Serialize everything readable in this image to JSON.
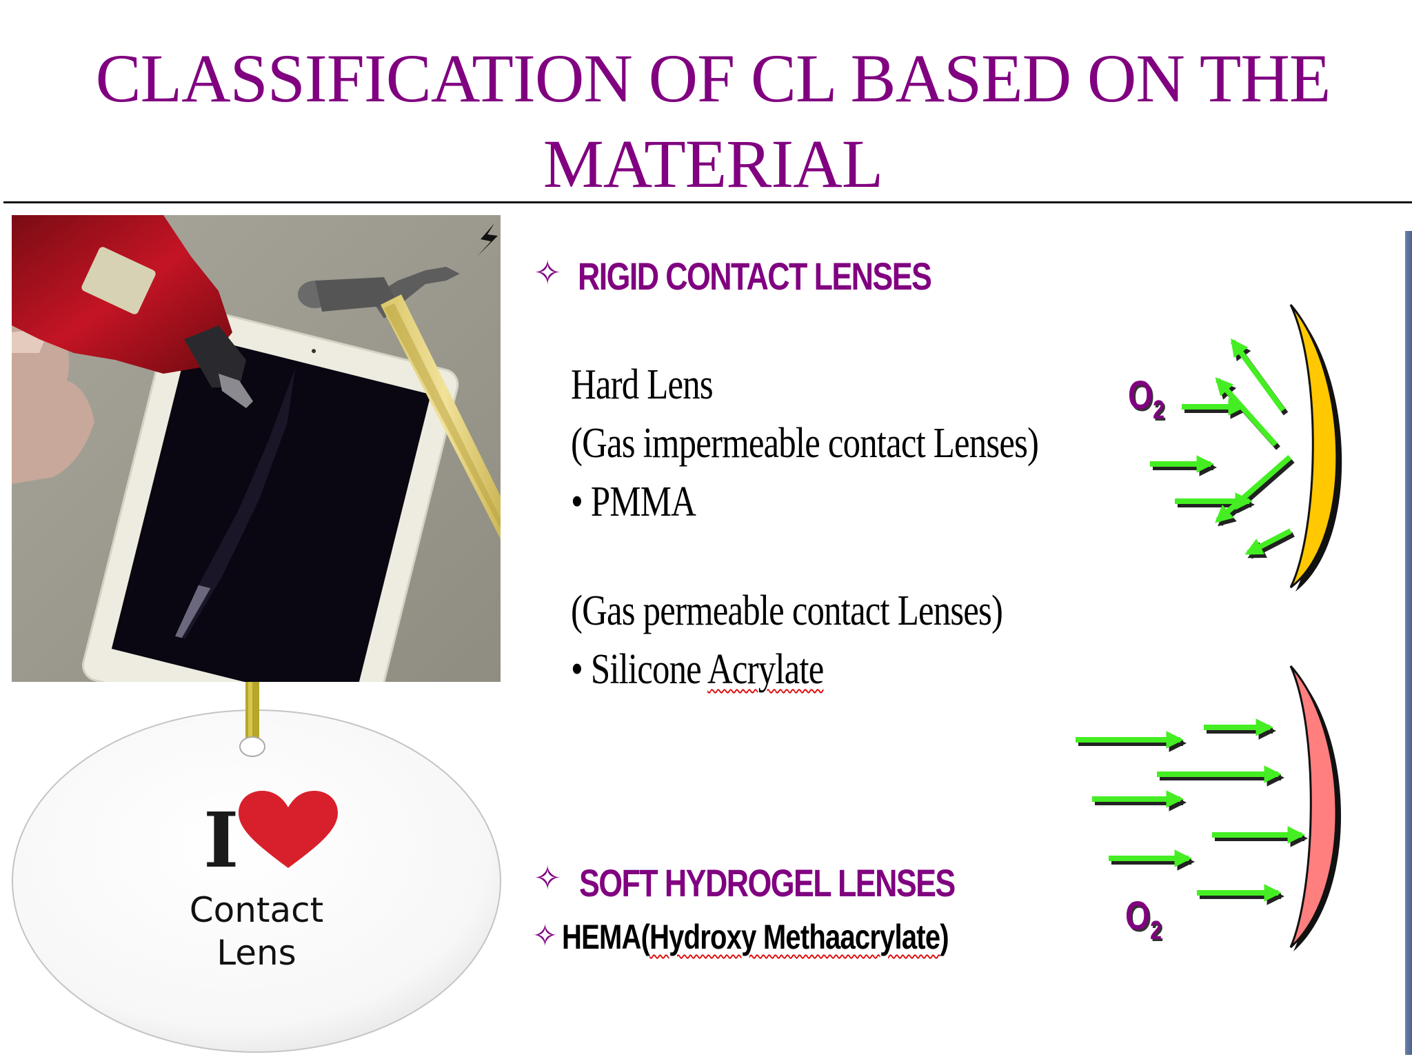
{
  "slide": {
    "title_line1": "CLASSIFICATION OF CL BASED ON THE",
    "title_line2": "MATERIAL",
    "title_color": "#800080",
    "accent_bar_color": "#5a6f97"
  },
  "images": {
    "drill_photo": {
      "description": "Hand drilling into a white tablet screen with a hammer beside it"
    },
    "ornament": {
      "line1": "I",
      "heart": "♥",
      "line2": "Contact",
      "line3": "Lens"
    }
  },
  "sections": {
    "rigid": {
      "bullet_icon": "✧",
      "heading": "RIGID CONTACT LENSES",
      "hard_lens_title": "Hard Lens",
      "hard_lens_subtitle": "(Gas impermeable contact Lenses)",
      "hard_lens_item": "• PMMA",
      "gp_subtitle": "(Gas permeable contact Lenses)",
      "gp_item_prefix": "• Silicone ",
      "gp_item_flagged": "Acrylate"
    },
    "soft": {
      "bullet_icon": "✧",
      "heading": "SOFT HYDROGEL LENSES",
      "hema_bullet_icon": "✧",
      "hema_prefix": "HEMA(",
      "hema_flagged": "Hydroxy Methaacrylate",
      "hema_suffix": ")"
    }
  },
  "diagrams": {
    "rigid_lens": {
      "label": "O",
      "label_sub": "2",
      "lens_color": "#ffc800",
      "arrow_color": "#44ee22",
      "caption": "Oxygen arrows reflected by rigid lens"
    },
    "soft_lens": {
      "label": "O",
      "label_sub": "2",
      "lens_color": "#ff7f7f",
      "arrow_color": "#44ee22",
      "caption": "Oxygen arrows passing toward soft lens"
    }
  }
}
